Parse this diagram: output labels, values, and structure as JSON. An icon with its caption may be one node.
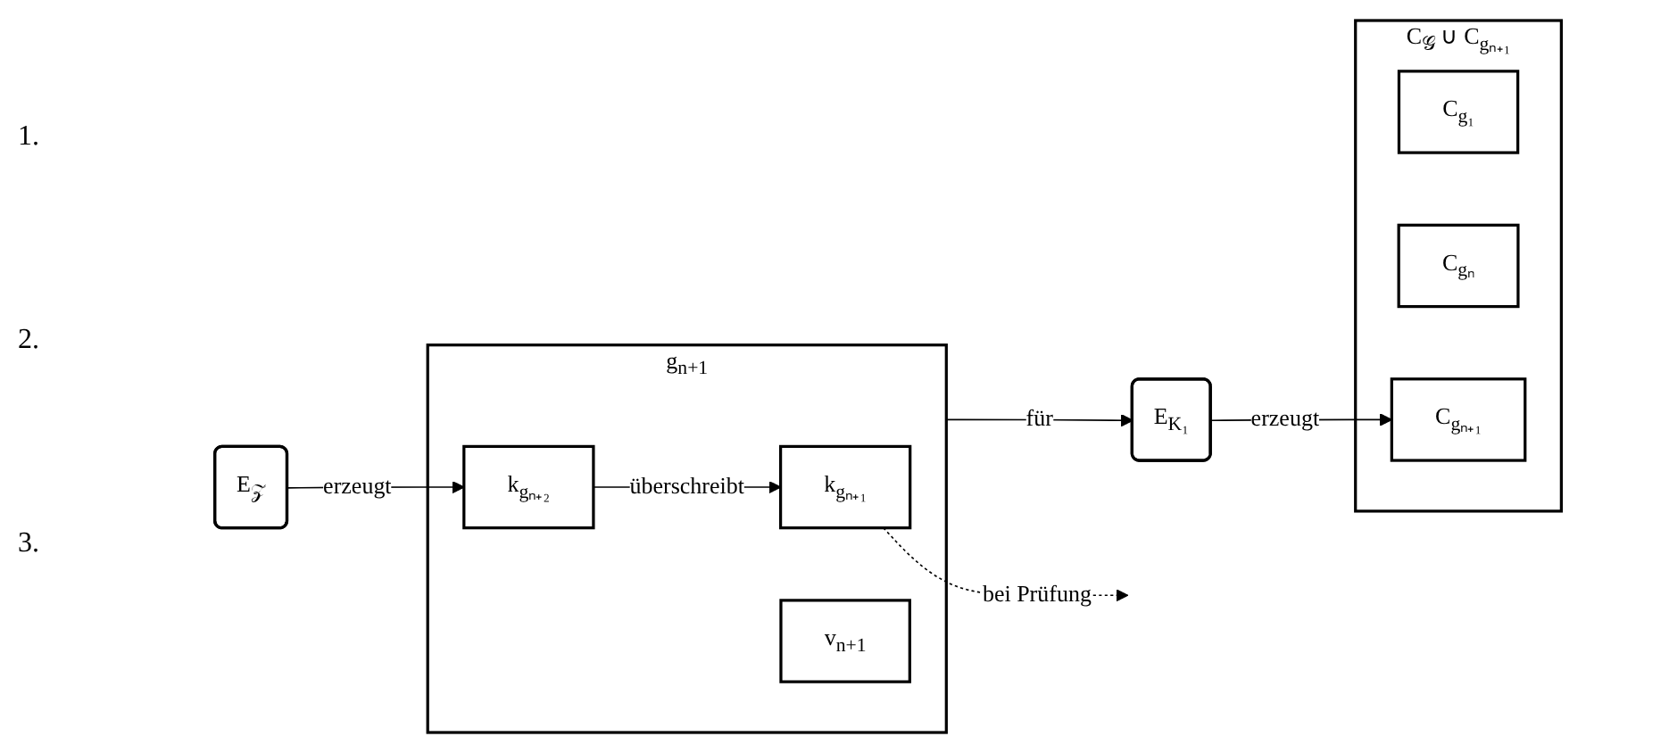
{
  "diagram": {
    "nodes": [
      {
        "text": [
          "g$_{n+1}$"
        ]
      },
      {
        "text": [
          "k$_{gₙ₊₁}$"
        ],
        "in": 0
      },
      {
        "text": [
          "k$_{gₙ₊₂}$"
        ],
        "in": 0
      },
      {
        "text": [
          "v$_{n+1}$"
        ],
        "in": 0
      },
      {
        "text": [
          "E$_{𝒵}$"
        ]
      },
      {
        "text": [
          "E$_{K₁}$"
        ]
      },
      {
        "text": [
          "C$_{𝒢}$ ∪ C$_{gₙ₊₁}$"
        ]
      },
      {
        "text": [
          "C$_{g₁}$"
        ],
        "in": 6
      },
      {
        "text": [
          "C$_{gₙ}$"
        ],
        "in": 6
      },
      {
        "text": [
          "C$_{gₙ₊₁}$"
        ],
        "in": 6
      }
    ],
    "edges": [
      {
        "from": 4,
        "to": 2,
        "arrow": "to",
        "label": "erzeugt"
      },
      {
        "from": 0,
        "to": 5,
        "arrow": "to",
        "label": "für"
      },
      {
        "from": 5,
        "to": 9,
        "arrow": "to",
        "label": "erzeugt"
      },
      {
        "from": 2,
        "to": 1,
        "arrow": "to",
        "label": "überschreibt"
      },
      {
        "from": 1,
        "to": null,
        "arrow": "to",
        "label": "bei Prüfung",
        "style": "dashed"
      }
    ],
    "labels": [
      "1.",
      "2.",
      "3."
    ]
  }
}
